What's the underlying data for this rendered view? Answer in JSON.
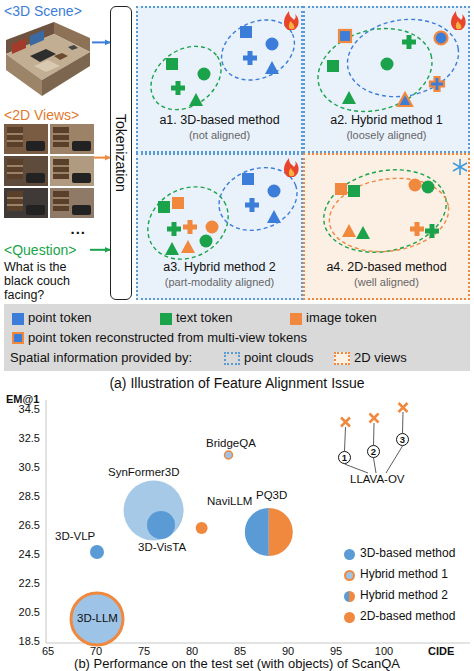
{
  "diagram": {
    "nodes": [
      {
        "text": [
          "<3D Scene>"
        ]
      },
      {
        "text": [
          "<2D Views>",
          "..."
        ]
      },
      {
        "text": [
          "<Question>",
          "What is the black couch facing?"
        ]
      },
      {
        "text": [
          "Tokenization"
        ]
      },
      {
        "text": [
          "a1. 3D-based method",
          "(not aligned)"
        ]
      },
      {
        "text": [
          "a2. Hybrid method 1",
          "(loosely aligned)"
        ]
      },
      {
        "text": [
          "a3. Hybrid method 2",
          "(part-modality aligned)"
        ]
      },
      {
        "text": [
          "a4. 2D-based method",
          "(well aligned)"
        ]
      }
    ],
    "edges": [
      {
        "from": 0,
        "to": 3,
        "arrow": "to"
      },
      {
        "from": 1,
        "to": 3,
        "arrow": "to"
      },
      {
        "from": 2,
        "to": 3,
        "arrow": "to"
      }
    ],
    "labels": [
      "Spatial information provided by:",
      "(a) Illustration of Feature Alignment Issue",
      "EM@1",
      "34.5",
      "32.5",
      "30.5",
      "28.5",
      "26.5",
      "24.5",
      "22.5",
      "20.5",
      "18.5",
      "BridgeQA",
      "SynFormer3D",
      "NaviLLM",
      "3D-VLP",
      "3D-VisTA",
      "PQ3D",
      "3D-LLM",
      "1",
      "2",
      "3",
      "LLAVA-OV",
      "65",
      "70",
      "75",
      "80",
      "85",
      "90",
      "95",
      "100",
      "CIDE",
      "(b) Performance on the test set (with objects) of ScanQA"
    ],
    "legend": [
      {
        "text": "point token",
        "color": "#3b7dd8"
      },
      {
        "text": "text token",
        "color": "#1aa34a"
      },
      {
        "text": "image token",
        "color": "#f0883e"
      },
      {
        "text": "point token reconstructed from multi-view tokens"
      },
      {
        "text": "point clouds"
      },
      {
        "text": "2D views"
      },
      {
        "text": "3D-based method",
        "color": "#5b9bd5"
      },
      {
        "text": "Hybrid method 1"
      },
      {
        "text": "Hybrid method 2"
      },
      {
        "text": "2D-based method",
        "color": "#f0883e"
      }
    ]
  }
}
